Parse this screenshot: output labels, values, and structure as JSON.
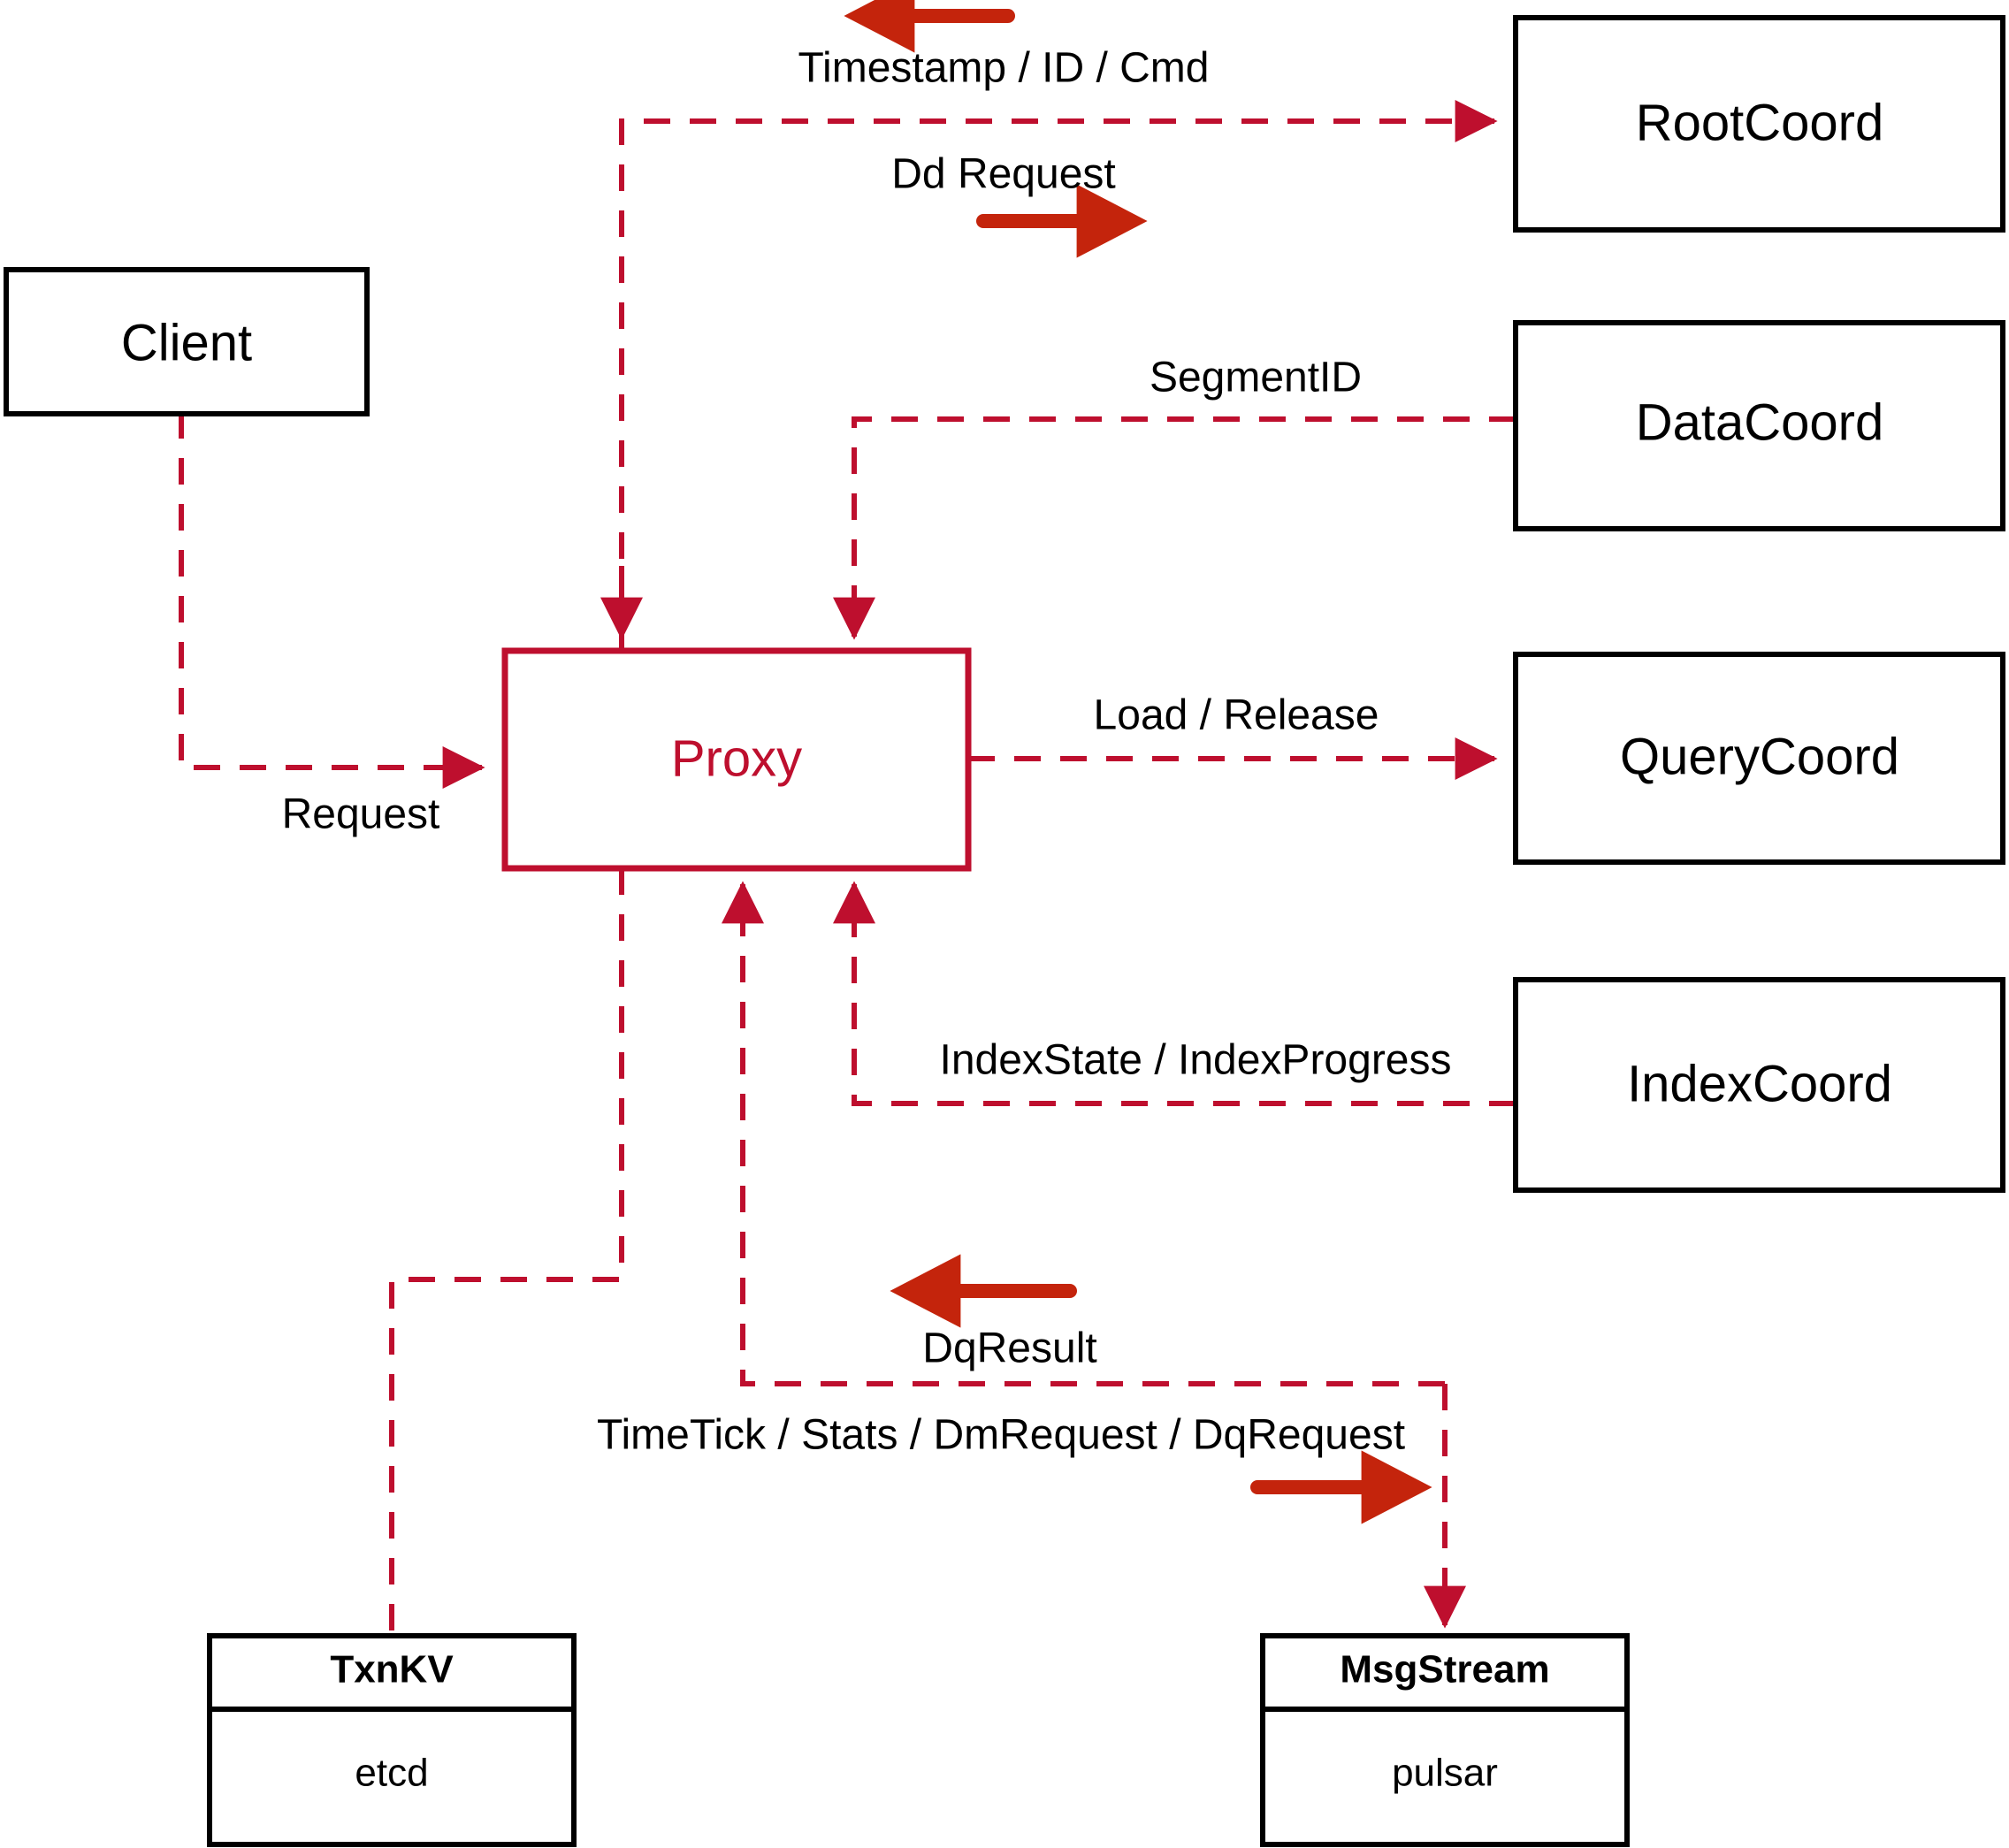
{
  "diagram": {
    "title": "Milvus Proxy interaction diagram",
    "colors": {
      "accent_red": "#BE0F2E",
      "arrow_red": "#C4240C",
      "box_black": "#000000",
      "background": "#FFFFFF"
    },
    "nodes": {
      "client": {
        "label": "Client"
      },
      "proxy": {
        "label": "Proxy"
      },
      "root_coord": {
        "label": "RootCoord"
      },
      "data_coord": {
        "label": "DataCoord"
      },
      "query_coord": {
        "label": "QueryCoord"
      },
      "index_coord": {
        "label": "IndexCoord"
      },
      "txnkv": {
        "title": "TxnKV",
        "body": "etcd"
      },
      "msgstream": {
        "title": "MsgStream",
        "body": "pulsar"
      }
    },
    "edge_labels": {
      "timestamp_id_cmd": "Timestamp / ID / Cmd",
      "dd_request": "Dd Request",
      "segment_id": "SegmentID",
      "load_release": "Load / Release",
      "index_state_progress": "IndexState / IndexProgress",
      "request": "Request",
      "dq_result": "DqResult",
      "timetick_stats": "TimeTick / Stats / DmRequest / DqRequest"
    },
    "direction_arrows": [
      {
        "name": "timestamp-id-cmd-direction",
        "direction": "left"
      },
      {
        "name": "dd-request-direction",
        "direction": "right"
      },
      {
        "name": "dq-result-direction",
        "direction": "left"
      },
      {
        "name": "timetick-direction",
        "direction": "right"
      }
    ]
  }
}
